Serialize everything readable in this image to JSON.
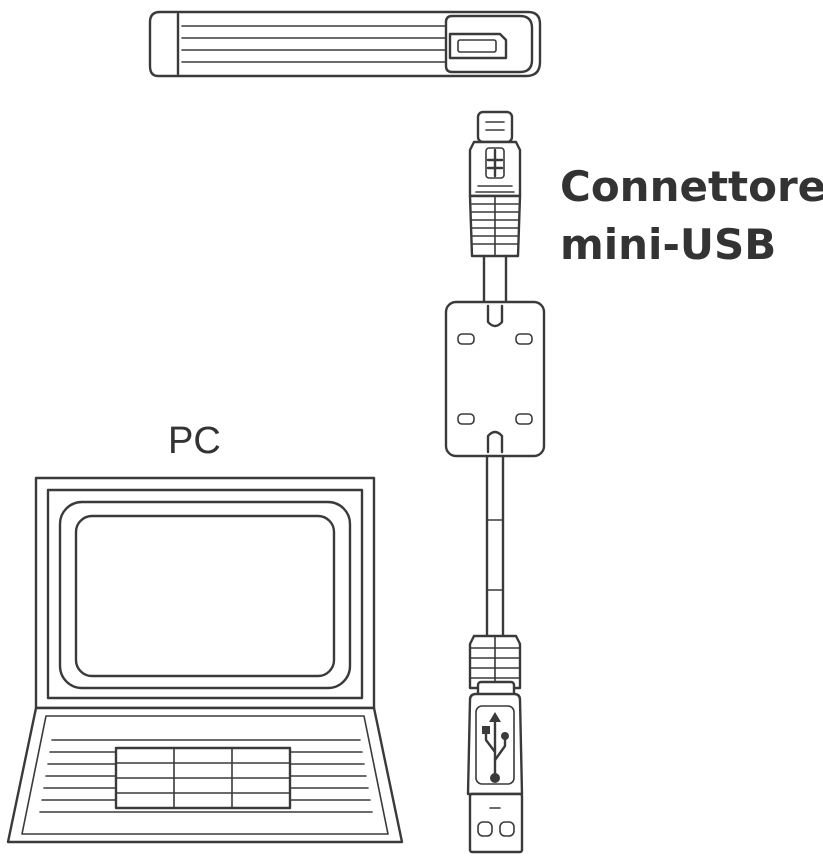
{
  "labels": {
    "connector_line1": "Connettore",
    "connector_line2": "mini-USB",
    "pc": "PC"
  },
  "colors": {
    "line": "#3a3a3a",
    "text": "#333333",
    "background": "#ffffff"
  }
}
